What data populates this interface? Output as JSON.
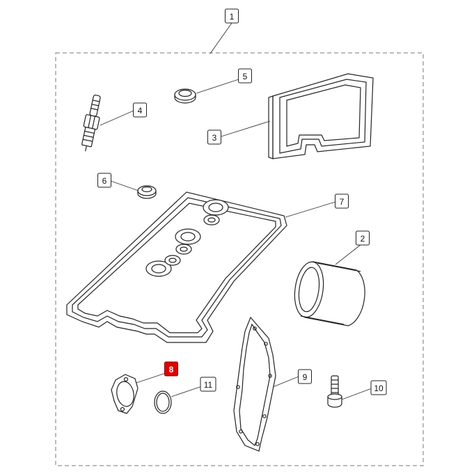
{
  "diagram": {
    "callouts": [
      {
        "id": "1",
        "label": "1"
      },
      {
        "id": "2",
        "label": "2"
      },
      {
        "id": "3",
        "label": "3"
      },
      {
        "id": "4",
        "label": "4"
      },
      {
        "id": "5",
        "label": "5"
      },
      {
        "id": "6",
        "label": "6"
      },
      {
        "id": "7",
        "label": "7"
      },
      {
        "id": "8",
        "label": "8",
        "selected": true
      },
      {
        "id": "9",
        "label": "9"
      },
      {
        "id": "10",
        "label": "10"
      },
      {
        "id": "11",
        "label": "11"
      }
    ],
    "colors": {
      "selected_callout": "#e00000",
      "outline": "#222222",
      "frame": "#777777"
    }
  }
}
